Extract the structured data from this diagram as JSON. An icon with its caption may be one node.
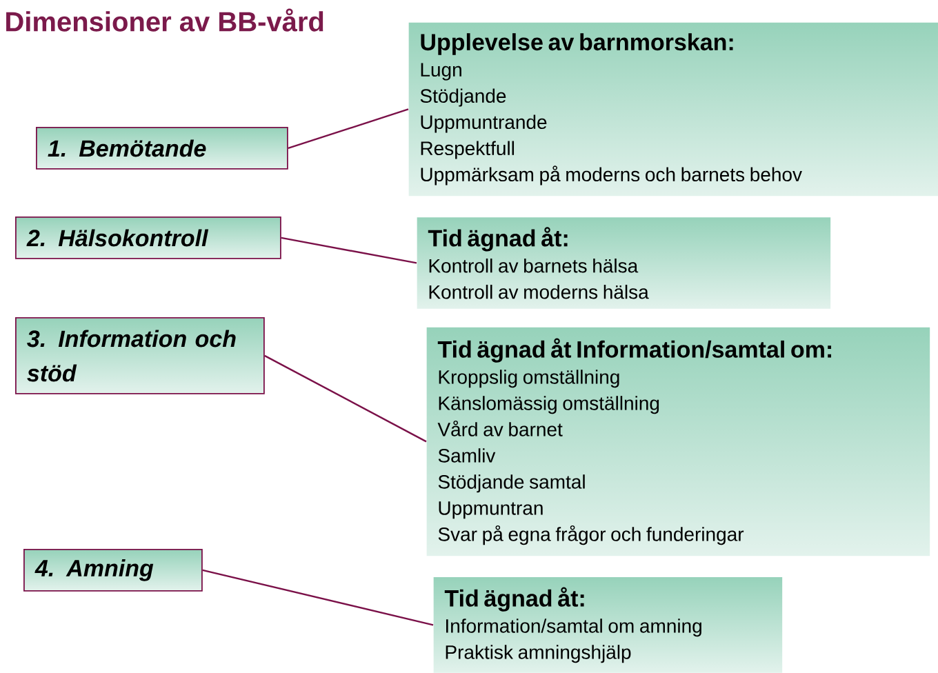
{
  "diagram": {
    "title": "Dimensioner av BB-vård",
    "nodes": [
      {
        "text": [
          "1. Bemötande"
        ]
      },
      {
        "text": [
          "2. Hälsokontroll"
        ]
      },
      {
        "text": [
          "3. Information och stöd"
        ]
      },
      {
        "text": [
          "4. Amning"
        ]
      },
      {
        "text": [
          "Upplevelse av barnmorskan:",
          "Lugn",
          "Stödjande",
          "Uppmuntrande",
          "Respektfull",
          "Uppmärksam på moderns och barnets behov"
        ]
      },
      {
        "text": [
          "Tid ägnad åt:",
          "Kontroll av barnets hälsa",
          "Kontroll av moderns hälsa"
        ]
      },
      {
        "text": [
          "Tid ägnad åt Information/samtal om:",
          "Kroppslig omställning",
          "Känslomässig omställning",
          "Vård av barnet",
          "Samliv",
          "Stödjande samtal",
          "Uppmuntran",
          "Svar på egna frågor och funderingar"
        ]
      },
      {
        "text": [
          "Tid ägnad åt:",
          "Information/samtal om amning",
          "Praktisk amningshjälp"
        ]
      }
    ],
    "edges": [
      {
        "from": 0,
        "to": 4,
        "arrow": "none"
      },
      {
        "from": 1,
        "to": 5,
        "arrow": "none"
      },
      {
        "from": 2,
        "to": 6,
        "arrow": "none"
      },
      {
        "from": 3,
        "to": 7,
        "arrow": "none"
      }
    ]
  }
}
